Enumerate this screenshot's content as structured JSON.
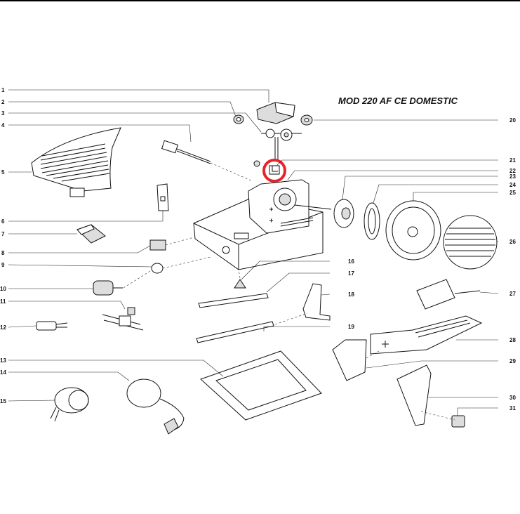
{
  "title": "MOD 220 AF CE DOMESTIC",
  "highlight_color": "#e8232a",
  "highlighted_part": "22",
  "callouts_left": [
    "1",
    "2",
    "3",
    "4",
    "5",
    "6",
    "7",
    "8",
    "9",
    "10",
    "11",
    "12",
    "13",
    "14",
    "15"
  ],
  "callouts_middle": [
    "16",
    "17",
    "18",
    "19"
  ],
  "callouts_right": [
    "20",
    "21",
    "22",
    "23",
    "24",
    "25",
    "26",
    "27",
    "28",
    "29",
    "30",
    "31"
  ]
}
